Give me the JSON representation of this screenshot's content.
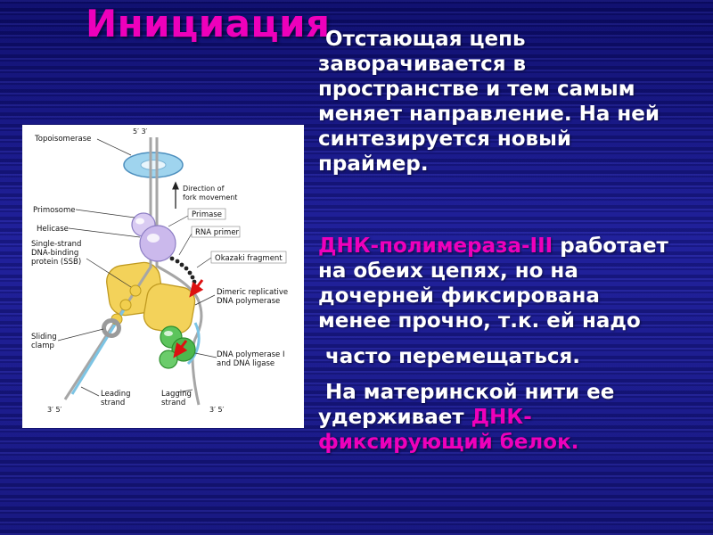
{
  "slide": {
    "title": "Инициация"
  },
  "colors": {
    "accent": "#ee00bb",
    "background": "#14147c",
    "panel": "#ffffff",
    "body_text": "#ffffff"
  },
  "text": {
    "p1": " Отстающая цепь заворачивается в пространстве и тем самым меняет направление. На ней синтезируется новый праймер.",
    "p2_accent": "ДНК-полимераза-III",
    "p2_rest": " работает на обеих цепях, но на дочерней фиксирована менее прочно, т.к. ей надо",
    "p3": " часто перемещаться.",
    "p4_start": " На материнской нити ее удерживает ",
    "p4_accent": "ДНК-фиксирующий белок."
  },
  "diagram": {
    "topoisomerase": "Topoisomerase",
    "top_ends": "5′ 3′",
    "direction1": "Direction of",
    "direction2": "fork movement",
    "primosome": "Primosome",
    "helicase": "Helicase",
    "primase": "Primase",
    "rna_primer": "RNA primer",
    "ssb1": "Single-strand",
    "ssb2": "DNA-binding",
    "ssb3": "protein (SSB)",
    "okazaki": "Okazaki fragment",
    "dimeric1": "Dimeric replicative",
    "dimeric2": "DNA polymerase",
    "sliding1": "Sliding",
    "sliding2": "clamp",
    "pol1a": "DNA polymerase I",
    "pol1b": "and DNA ligase",
    "leading1": "Leading",
    "leading2": "strand",
    "leading_ends": "3′ 5′",
    "lagging1": "Lagging",
    "lagging2": "strand",
    "lagging_ends": "3′ 5′"
  }
}
